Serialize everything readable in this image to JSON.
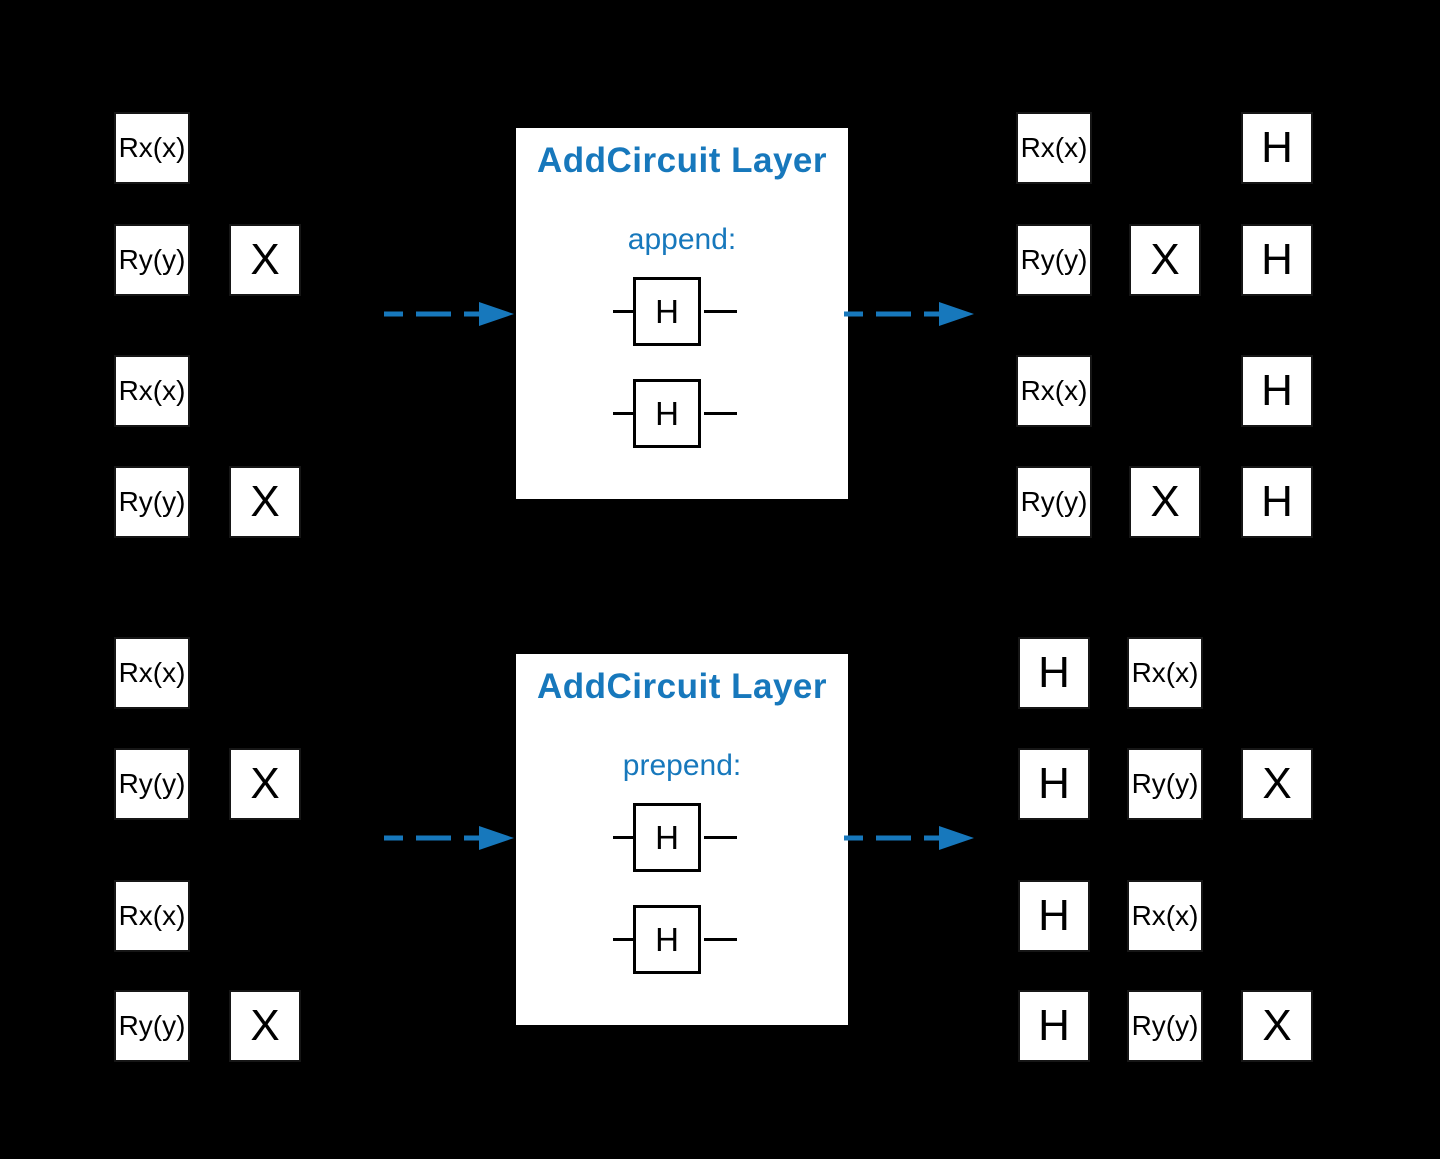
{
  "colors": {
    "background": "#000000",
    "accent": "#1778bc",
    "gate_fill": "#ffffff",
    "gate_text": "#000000"
  },
  "sections": [
    {
      "id": "append",
      "input_circuit": {
        "rows": [
          [
            "Rx(x)",
            null,
            null
          ],
          [
            "Ry(y)",
            "X",
            null
          ],
          [
            "Rx(x)",
            null,
            null
          ],
          [
            "Ry(y)",
            "X",
            null
          ]
        ]
      },
      "panel": {
        "title": "AddCircuit Layer",
        "mode_label": "append:",
        "gate_labels": [
          "H",
          "H"
        ]
      },
      "output_circuit": {
        "rows": [
          [
            "Rx(x)",
            null,
            "H"
          ],
          [
            "Ry(y)",
            "X",
            "H"
          ],
          [
            "Rx(x)",
            null,
            "H"
          ],
          [
            "Ry(y)",
            "X",
            "H"
          ]
        ]
      }
    },
    {
      "id": "prepend",
      "input_circuit": {
        "rows": [
          [
            "Rx(x)",
            null,
            null
          ],
          [
            "Ry(y)",
            "X",
            null
          ],
          [
            "Rx(x)",
            null,
            null
          ],
          [
            "Ry(y)",
            "X",
            null
          ]
        ]
      },
      "panel": {
        "title": "AddCircuit Layer",
        "mode_label": "prepend:",
        "gate_labels": [
          "H",
          "H"
        ]
      },
      "output_circuit": {
        "rows": [
          [
            "H",
            "Rx(x)",
            null
          ],
          [
            "H",
            "Ry(y)",
            "X"
          ],
          [
            "H",
            "Rx(x)",
            null
          ],
          [
            "H",
            "Ry(y)",
            "X"
          ]
        ]
      }
    }
  ]
}
